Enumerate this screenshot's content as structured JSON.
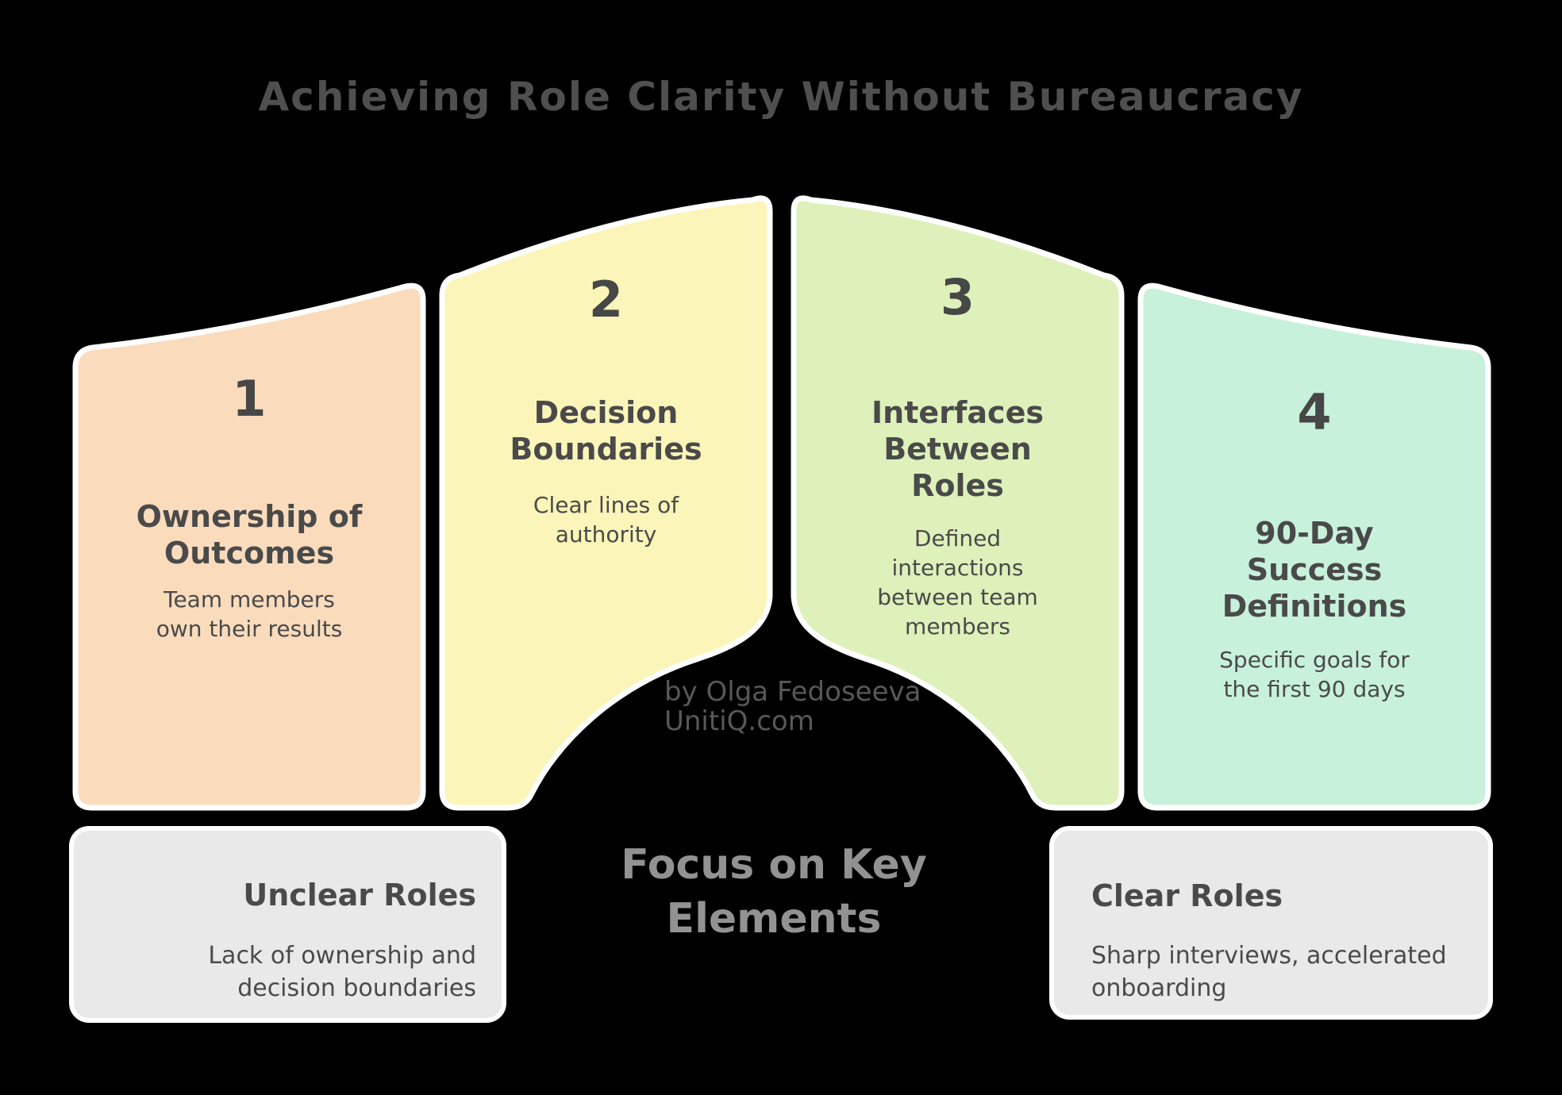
{
  "title": "Achieving Role Clarity Without Bureaucracy",
  "credit": {
    "byline": "by Olga Fedoseeva",
    "site": "UnitiQ.com"
  },
  "center_caption": {
    "line1": "Focus on Key",
    "line2": "Elements"
  },
  "colors": {
    "background": "#000000",
    "ink": "#4a4a4a",
    "title": "#4f4f4f",
    "caption": "#929292",
    "credit": "#585858",
    "panel_stroke": "#ffffff",
    "note_bg": "#e9e9e9",
    "panel1": "#fadcbd",
    "panel2": "#fbf5b9",
    "panel3": "#def1bb",
    "panel4": "#c8f1db"
  },
  "panels": [
    {
      "number": "1",
      "heading_lines": [
        "Ownership of",
        "Outcomes"
      ],
      "body_lines": [
        "Team members",
        "own their results"
      ],
      "color": "#fadcbd"
    },
    {
      "number": "2",
      "heading_lines": [
        "Decision",
        "Boundaries"
      ],
      "body_lines": [
        "Clear lines of",
        "authority"
      ],
      "color": "#fbf5b9"
    },
    {
      "number": "3",
      "heading_lines": [
        "Interfaces",
        "Between",
        "Roles"
      ],
      "body_lines": [
        "Defined",
        "interactions",
        "between team",
        "members"
      ],
      "color": "#def1bb"
    },
    {
      "number": "4",
      "heading_lines": [
        "90-Day",
        "Success",
        "Definitions"
      ],
      "body_lines": [
        "Specific goals for",
        "the first 90 days"
      ],
      "color": "#c8f1db"
    }
  ],
  "notes": [
    {
      "title": "Unclear Roles",
      "body_lines": [
        "Lack of ownership and",
        "decision boundaries"
      ]
    },
    {
      "title": "Clear Roles",
      "body_lines": [
        "Sharp interviews, accelerated",
        "onboarding"
      ]
    }
  ]
}
